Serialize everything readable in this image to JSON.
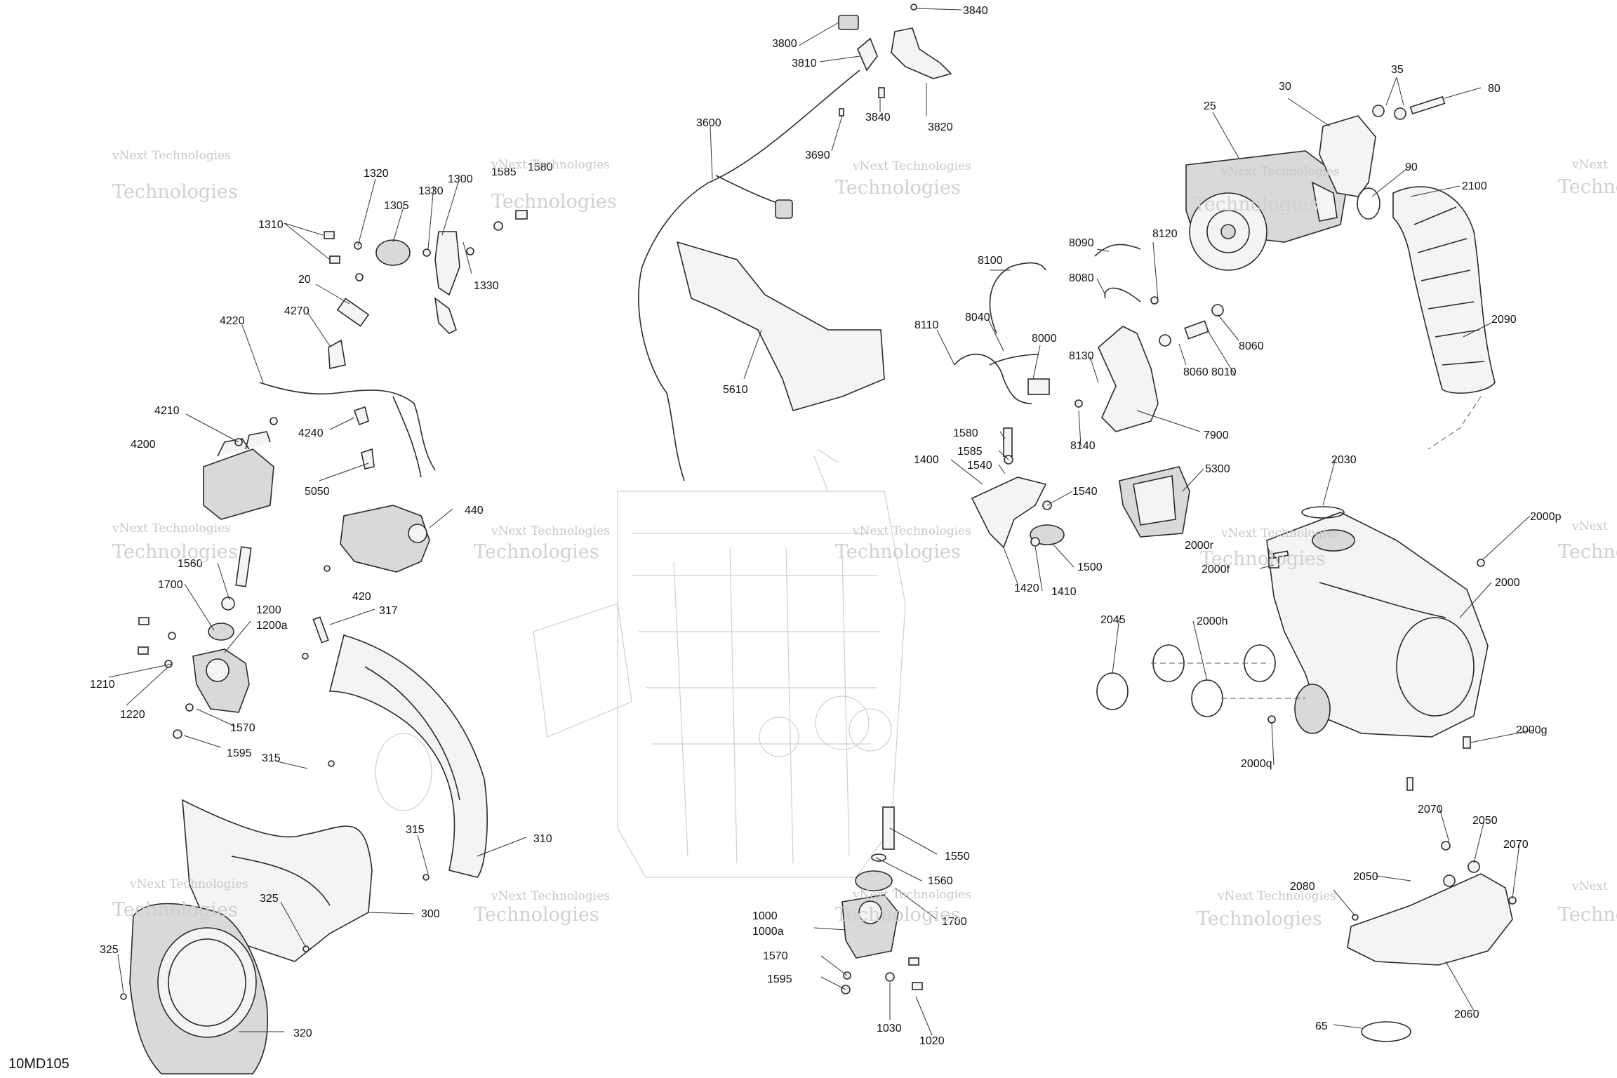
{
  "drawing_code": "10MD105",
  "watermark": {
    "line1": "vNext",
    "line2": "Technologies",
    "inline": "vNext Technologies"
  },
  "callouts": {
    "c3840a": "3840",
    "c3800": "3800",
    "c3810": "3810",
    "c3820": "3820",
    "c3840b": "3840",
    "c3690": "3690",
    "c3600": "3600",
    "c5610": "5610",
    "c1320": "1320",
    "c1330a": "1330",
    "c1300": "1300",
    "c1585a": "1585",
    "c1580a": "1580",
    "c1310": "1310",
    "c1305": "1305",
    "c20": "20",
    "c1330b": "1330",
    "c4270": "4270",
    "c4220": "4220",
    "c4210": "4210",
    "c4240": "4240",
    "c4200": "4200",
    "c5050": "5050",
    "c440": "440",
    "c420": "420",
    "c1560a": "1560",
    "c1700a": "1700",
    "c1200": "1200",
    "c1200a": "1200a",
    "c1210": "1210",
    "c1220": "1220",
    "c1570a": "1570",
    "c1595a": "1595",
    "c317": "317",
    "c315a": "315",
    "c315b": "315",
    "c310": "310",
    "c325a": "325",
    "c300": "300",
    "c325b": "325",
    "c320": "320",
    "c1550": "1550",
    "c1560b": "1560",
    "c1700b": "1700",
    "c1000": "1000",
    "c1000a": "1000a",
    "c1570b": "1570",
    "c1595b": "1595",
    "c1030": "1030",
    "c1020": "1020",
    "c25": "25",
    "c30": "30",
    "c35": "35",
    "c80": "80",
    "c90": "90",
    "c2100": "2100",
    "c8120": "8120",
    "c8090": "8090",
    "c8100": "8100",
    "c8080": "8080",
    "c8040": "8040",
    "c8110": "8110",
    "c8000": "8000",
    "c8060a": "8060",
    "c8060b": "8060",
    "c8010": "8010",
    "c8130": "8130",
    "c2090": "2090",
    "c7900": "7900",
    "c8140": "8140",
    "c1580b": "1580",
    "c1585b": "1585",
    "c1540a": "1540",
    "c1400": "1400",
    "c1540b": "1540",
    "c5300": "5300",
    "c2030": "2030",
    "c1420": "1420",
    "c1410": "1410",
    "c1500": "1500",
    "c2000r": "2000r",
    "c2000f": "2000f",
    "c2000p": "2000p",
    "c2000": "2000",
    "c2045": "2045",
    "c2000h": "2000h",
    "c2000q": "2000q",
    "c2000g": "2000g",
    "c2070a": "2070",
    "c2050a": "2050",
    "c2070b": "2070",
    "c2050b": "2050",
    "c2080": "2080",
    "c2060": "2060",
    "c65": "65"
  }
}
